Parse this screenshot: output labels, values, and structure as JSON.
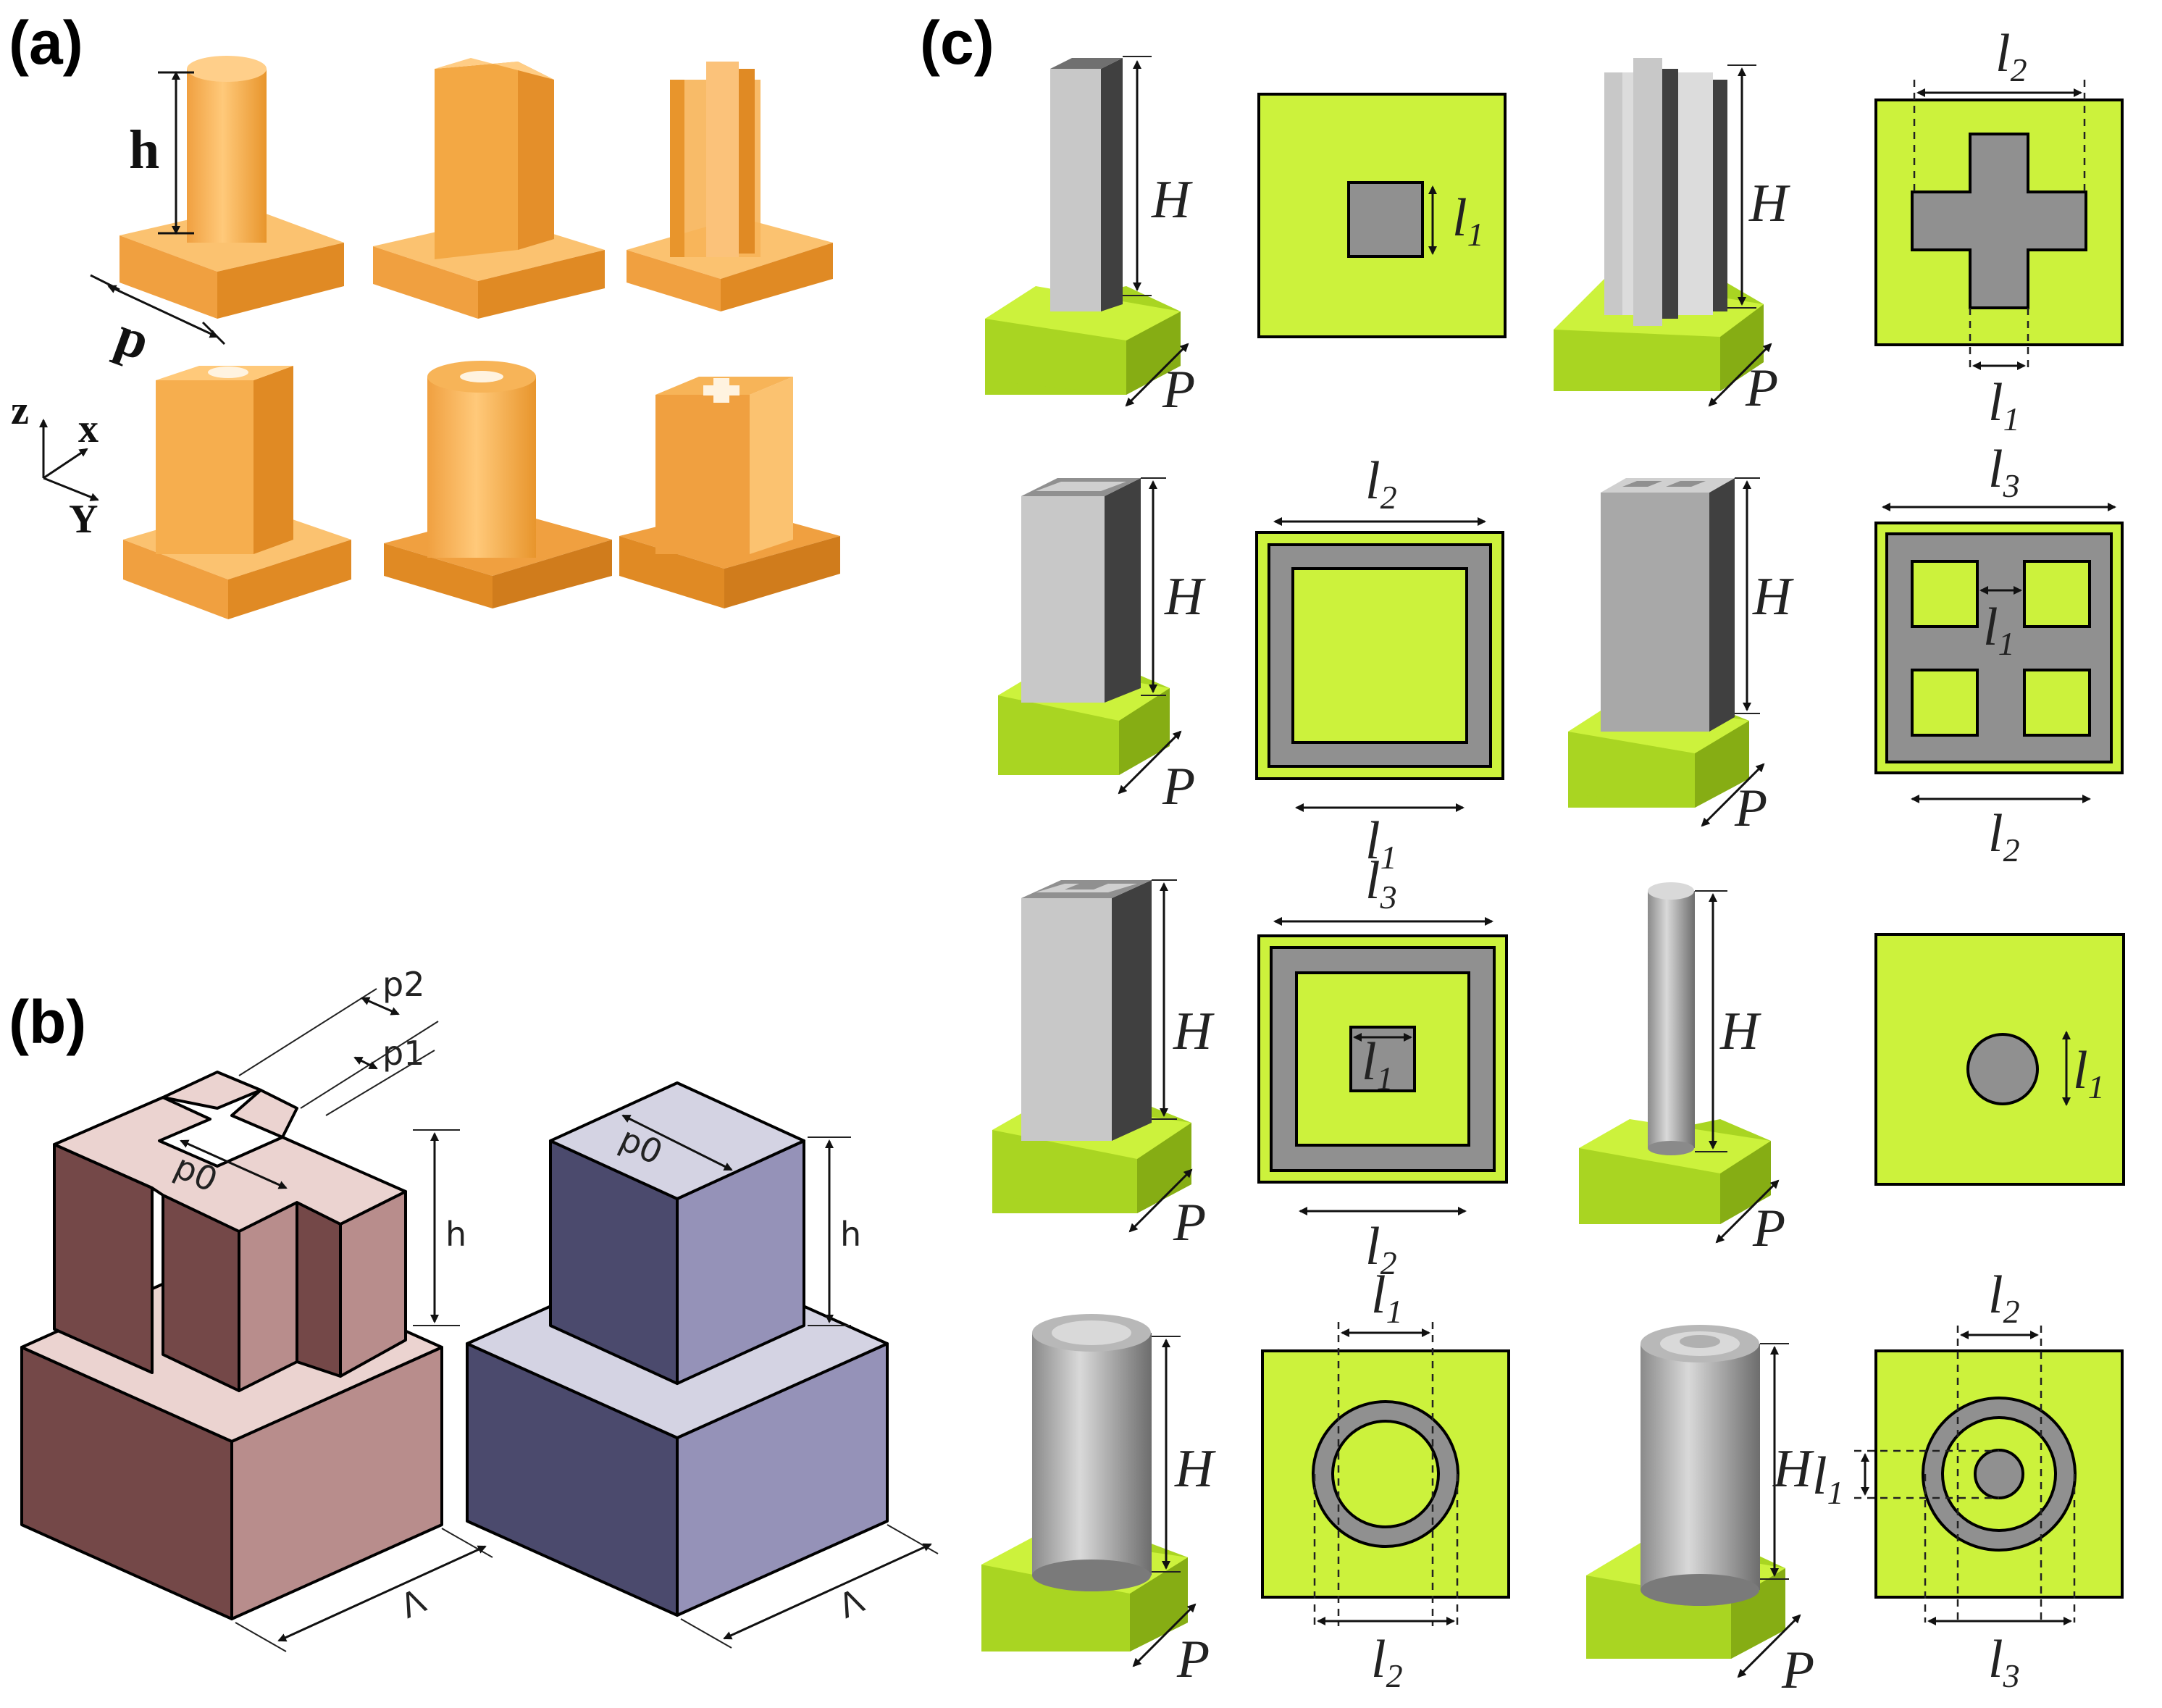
{
  "panels": {
    "a": {
      "label": "(a)",
      "h_label": "h",
      "p_label": "p",
      "axes": {
        "z": "z",
        "x": "x",
        "y": "Y"
      }
    },
    "b": {
      "label": "(b)",
      "p0": "p0",
      "p1": "p1",
      "p2": "p2",
      "h": "h",
      "lambda": "Λ"
    },
    "c": {
      "label": "(c)",
      "H": "H",
      "P": "P",
      "l": "l",
      "sub1": "1",
      "sub2": "2",
      "sub3": "3"
    }
  },
  "colors": {
    "orange_light": "#f8b55a",
    "orange_dark": "#e8952c",
    "maroon_dark": "#744848",
    "maroon_mid": "#b88d8c",
    "maroon_light": "#ebd3d0",
    "navy_dark": "#4b4a6d",
    "navy_mid": "#9592b8",
    "navy_light": "#d4d3e3",
    "green_light": "#ccf23c",
    "green_mid": "#a9d522",
    "green_dark": "#86ad14",
    "gray_light": "#c8c8c8",
    "gray_mid": "#909090",
    "gray_dark": "#404040"
  },
  "arrow_icon": "arrowhead-icon"
}
